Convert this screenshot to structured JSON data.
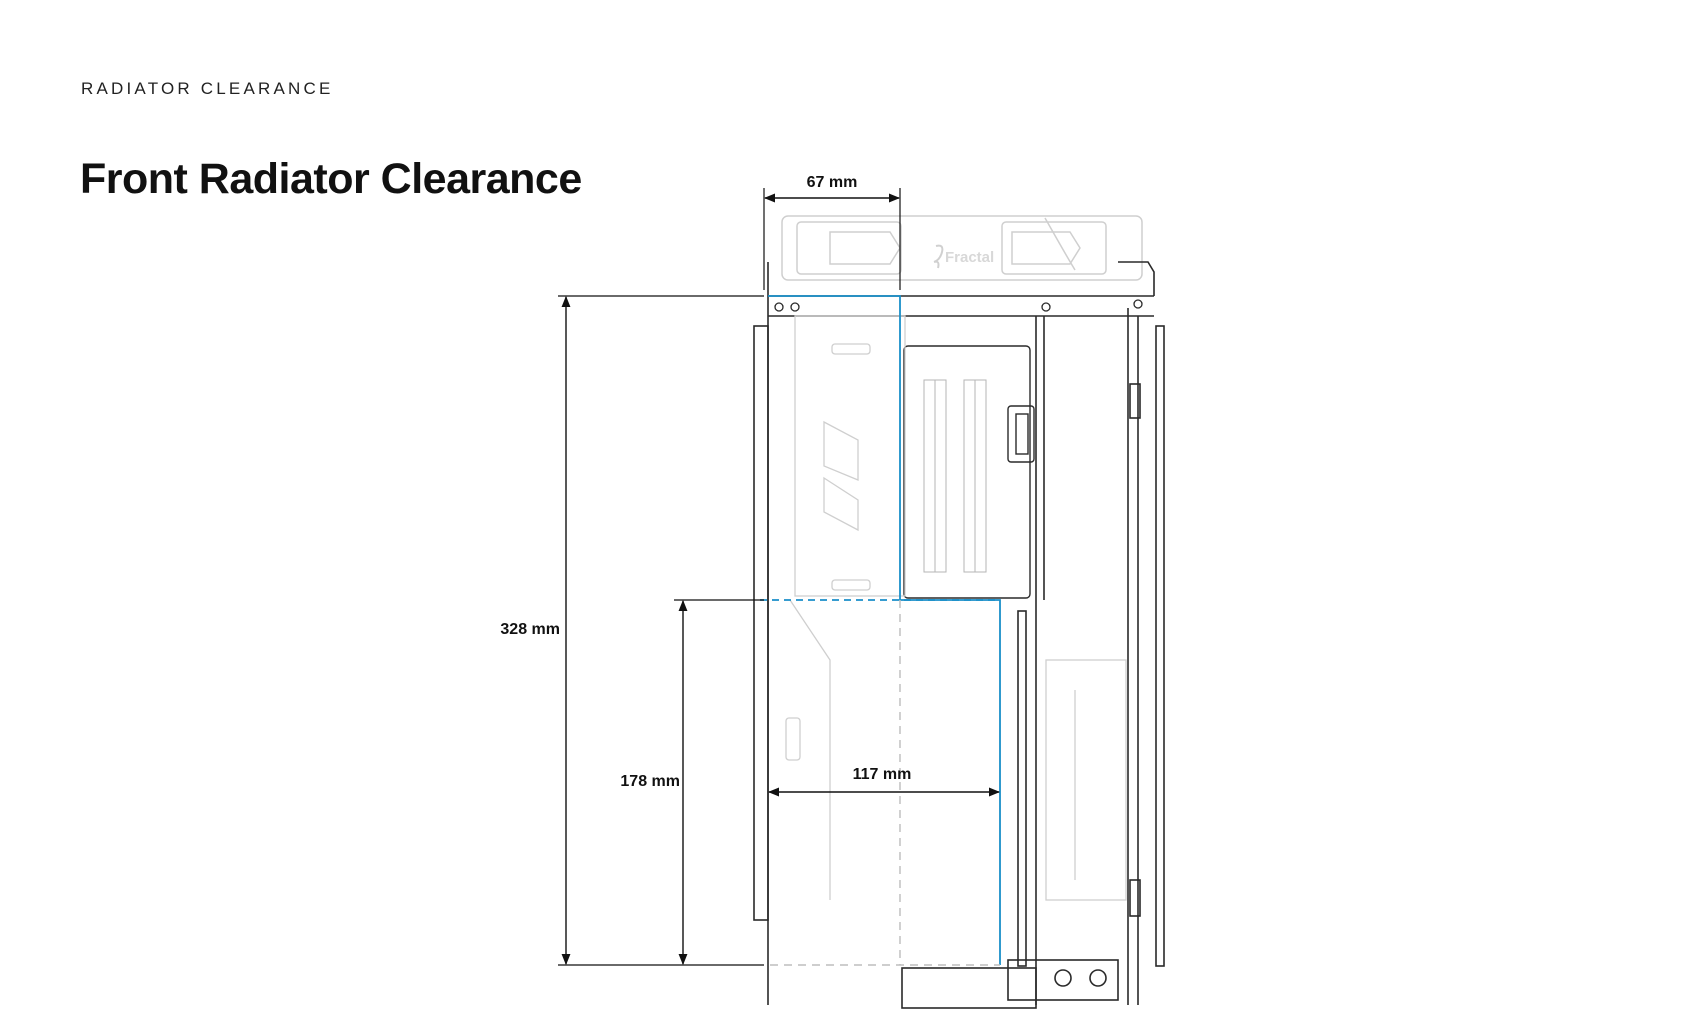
{
  "section": {
    "eyebrow": "RADIATOR CLEARANCE",
    "title": "Front Radiator Clearance"
  },
  "diagram": {
    "brand_mark": "Fractal",
    "dimensions": {
      "top_width": "67 mm",
      "total_height": "328 mm",
      "lower_height": "178 mm",
      "lower_width": "117 mm"
    },
    "colors": {
      "clearance_line": "#1a8fc9",
      "outline": "#2a2a2a",
      "faded": "#cfcfcf",
      "background": "#ffffff"
    }
  }
}
